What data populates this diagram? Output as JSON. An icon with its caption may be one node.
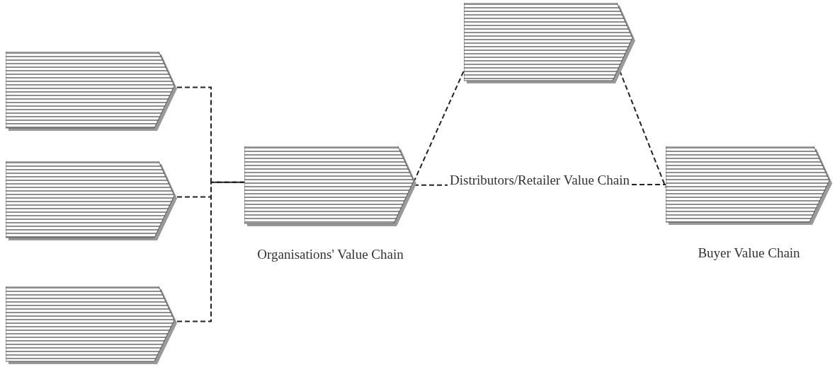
{
  "diagram": {
    "nodes": [
      {
        "text": [],
        "shape": "chevron"
      },
      {
        "text": [],
        "shape": "chevron"
      },
      {
        "text": [],
        "shape": "chevron"
      },
      {
        "text": [
          "Organisations' Value Chain"
        ]
      },
      {
        "text": [],
        "shape": "chevron"
      },
      {
        "text": [
          "Buyer Value Chain"
        ]
      }
    ],
    "edges": [
      {
        "from": 0,
        "to": 3,
        "arrow": "none",
        "style": "dashed"
      },
      {
        "from": 1,
        "to": 3,
        "arrow": "none",
        "style": "dashed"
      },
      {
        "from": 2,
        "to": 3,
        "arrow": "none",
        "style": "dashed"
      },
      {
        "from": 3,
        "to": 4,
        "arrow": "none",
        "style": "dashed"
      },
      {
        "from": 4,
        "to": 5,
        "arrow": "none",
        "style": "dashed"
      },
      {
        "from": 3,
        "to": 5,
        "arrow": "none",
        "style": "dashed",
        "label": "Distributors/Retailer Value Chain"
      }
    ]
  }
}
